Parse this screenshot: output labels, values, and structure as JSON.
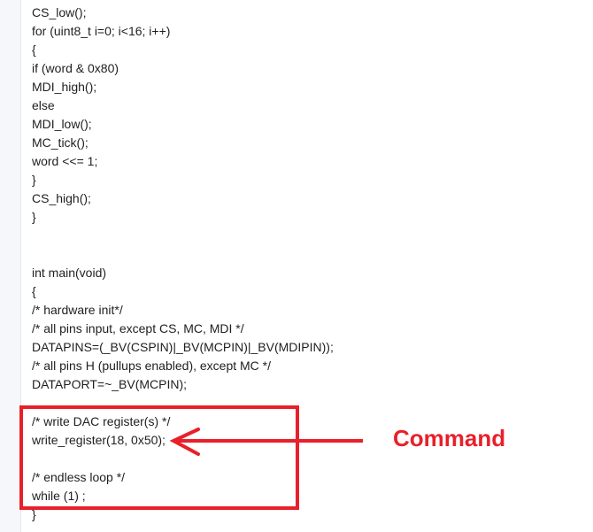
{
  "code_lines": [
    "CS_low();",
    "for (uint8_t i=0; i<16; i++)",
    "{",
    "if (word & 0x80)",
    "MDI_high();",
    "else",
    "MDI_low();",
    "MC_tick();",
    "word <<= 1;",
    "}",
    "CS_high();",
    "}",
    "",
    "",
    "int main(void)",
    "{",
    "/* hardware init*/",
    "/* all pins input, except CS, MC, MDI */",
    "DATAPINS=(_BV(CSPIN)|_BV(MCPIN)|_BV(MDIPIN));",
    "/* all pins H (pullups enabled), except MC */",
    "DATAPORT=~_BV(MCPIN);",
    "",
    "/* write DAC register(s) */",
    "write_register(18, 0x50);",
    "",
    "/* endless loop */",
    "while (1) ;",
    "}"
  ],
  "annotation": {
    "label": "Command",
    "color": "#e8202a"
  }
}
